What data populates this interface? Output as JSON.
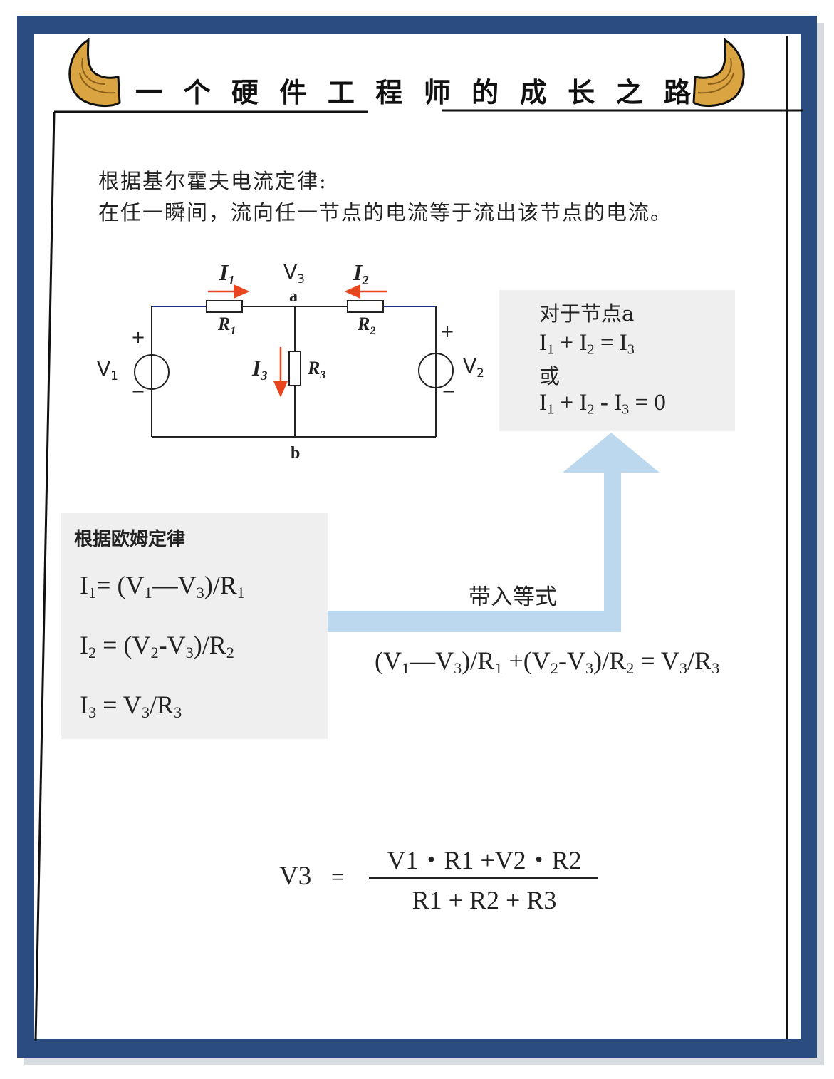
{
  "header": {
    "title_chars": [
      "一",
      "个",
      "硬",
      "件",
      "工",
      "程",
      "师",
      "的",
      "成",
      "长",
      "之",
      "路"
    ]
  },
  "kcl": {
    "line1": "根据基尔霍夫电流定律:",
    "line2": "在任一瞬间，流向任一节点的电流等于流出该节点的电流。"
  },
  "circuit": {
    "labels": {
      "i1": "I",
      "i1_sub": "1",
      "i2": "I",
      "i2_sub": "2",
      "i3": "I",
      "i3_sub": "3",
      "r1": "R",
      "r1_sub": "1",
      "r2": "R",
      "r2_sub": "2",
      "r3": "R",
      "r3_sub": "3",
      "v1": "V",
      "v1_sub": "1",
      "v2": "V",
      "v2_sub": "2",
      "v3": "V",
      "v3_sub": "3",
      "node_a": "a",
      "node_b": "b",
      "plus": "+",
      "minus": "−"
    },
    "colors": {
      "wire_top": "#1c2d8a",
      "wire": "#222222",
      "current_arrow": "#e8461f"
    }
  },
  "node_box": {
    "title": "对于节点a",
    "eq1": {
      "a": "I",
      "a_sub": "1",
      "op1": " + ",
      "b": "I",
      "b_sub": "2",
      "op2": " = ",
      "c": "I",
      "c_sub": "3"
    },
    "or_text": "或",
    "eq2": {
      "a": "I",
      "a_sub": "1",
      "op1": " + ",
      "b": "I",
      "b_sub": "2",
      "op2": " - ",
      "c": "I",
      "c_sub": "3",
      "tail": " = 0"
    }
  },
  "ohm_box": {
    "heading": "根据欧姆定律",
    "eq1": {
      "a": "I",
      "a_sub": "1",
      "p1": "= (V",
      "p1_sub": "1",
      "p2": "—V",
      "p2_sub": "3",
      "p3": ")/R",
      "p3_sub": "1"
    },
    "eq2": {
      "a": "I",
      "a_sub": "2",
      "p1": " = (V",
      "p1_sub": "2",
      "p2": "-V",
      "p2_sub": "3",
      "p3": ")/R",
      "p3_sub": "2"
    },
    "eq3": {
      "a": "I",
      "a_sub": "3",
      "p1": " = V",
      "p1_sub": "3",
      "p3": "/R",
      "p3_sub": "3"
    }
  },
  "substitute_label": "带入等式",
  "combined": {
    "s1": "(V",
    "s1_sub": "1",
    "s2": "—V",
    "s2_sub": "3",
    "s3": ")/R",
    "s3_sub": "1",
    "s4": " +(V",
    "s4_sub": "2",
    "s5": "-V",
    "s5_sub": "3",
    "s6": ")/R",
    "s6_sub": "2",
    "s7": " = V",
    "s7_sub": "3",
    "s8": "/R",
    "s8_sub": "3"
  },
  "final": {
    "lhs": "V3",
    "eq": "=",
    "numerator": "V1・R1 +V2・R2",
    "denominator": "R1 + R2 + R3"
  },
  "colors": {
    "frame": "#2b4c80",
    "box_bg": "#efefef",
    "arrow": "#bcd8ef",
    "horn_gold": "#d9a441"
  }
}
